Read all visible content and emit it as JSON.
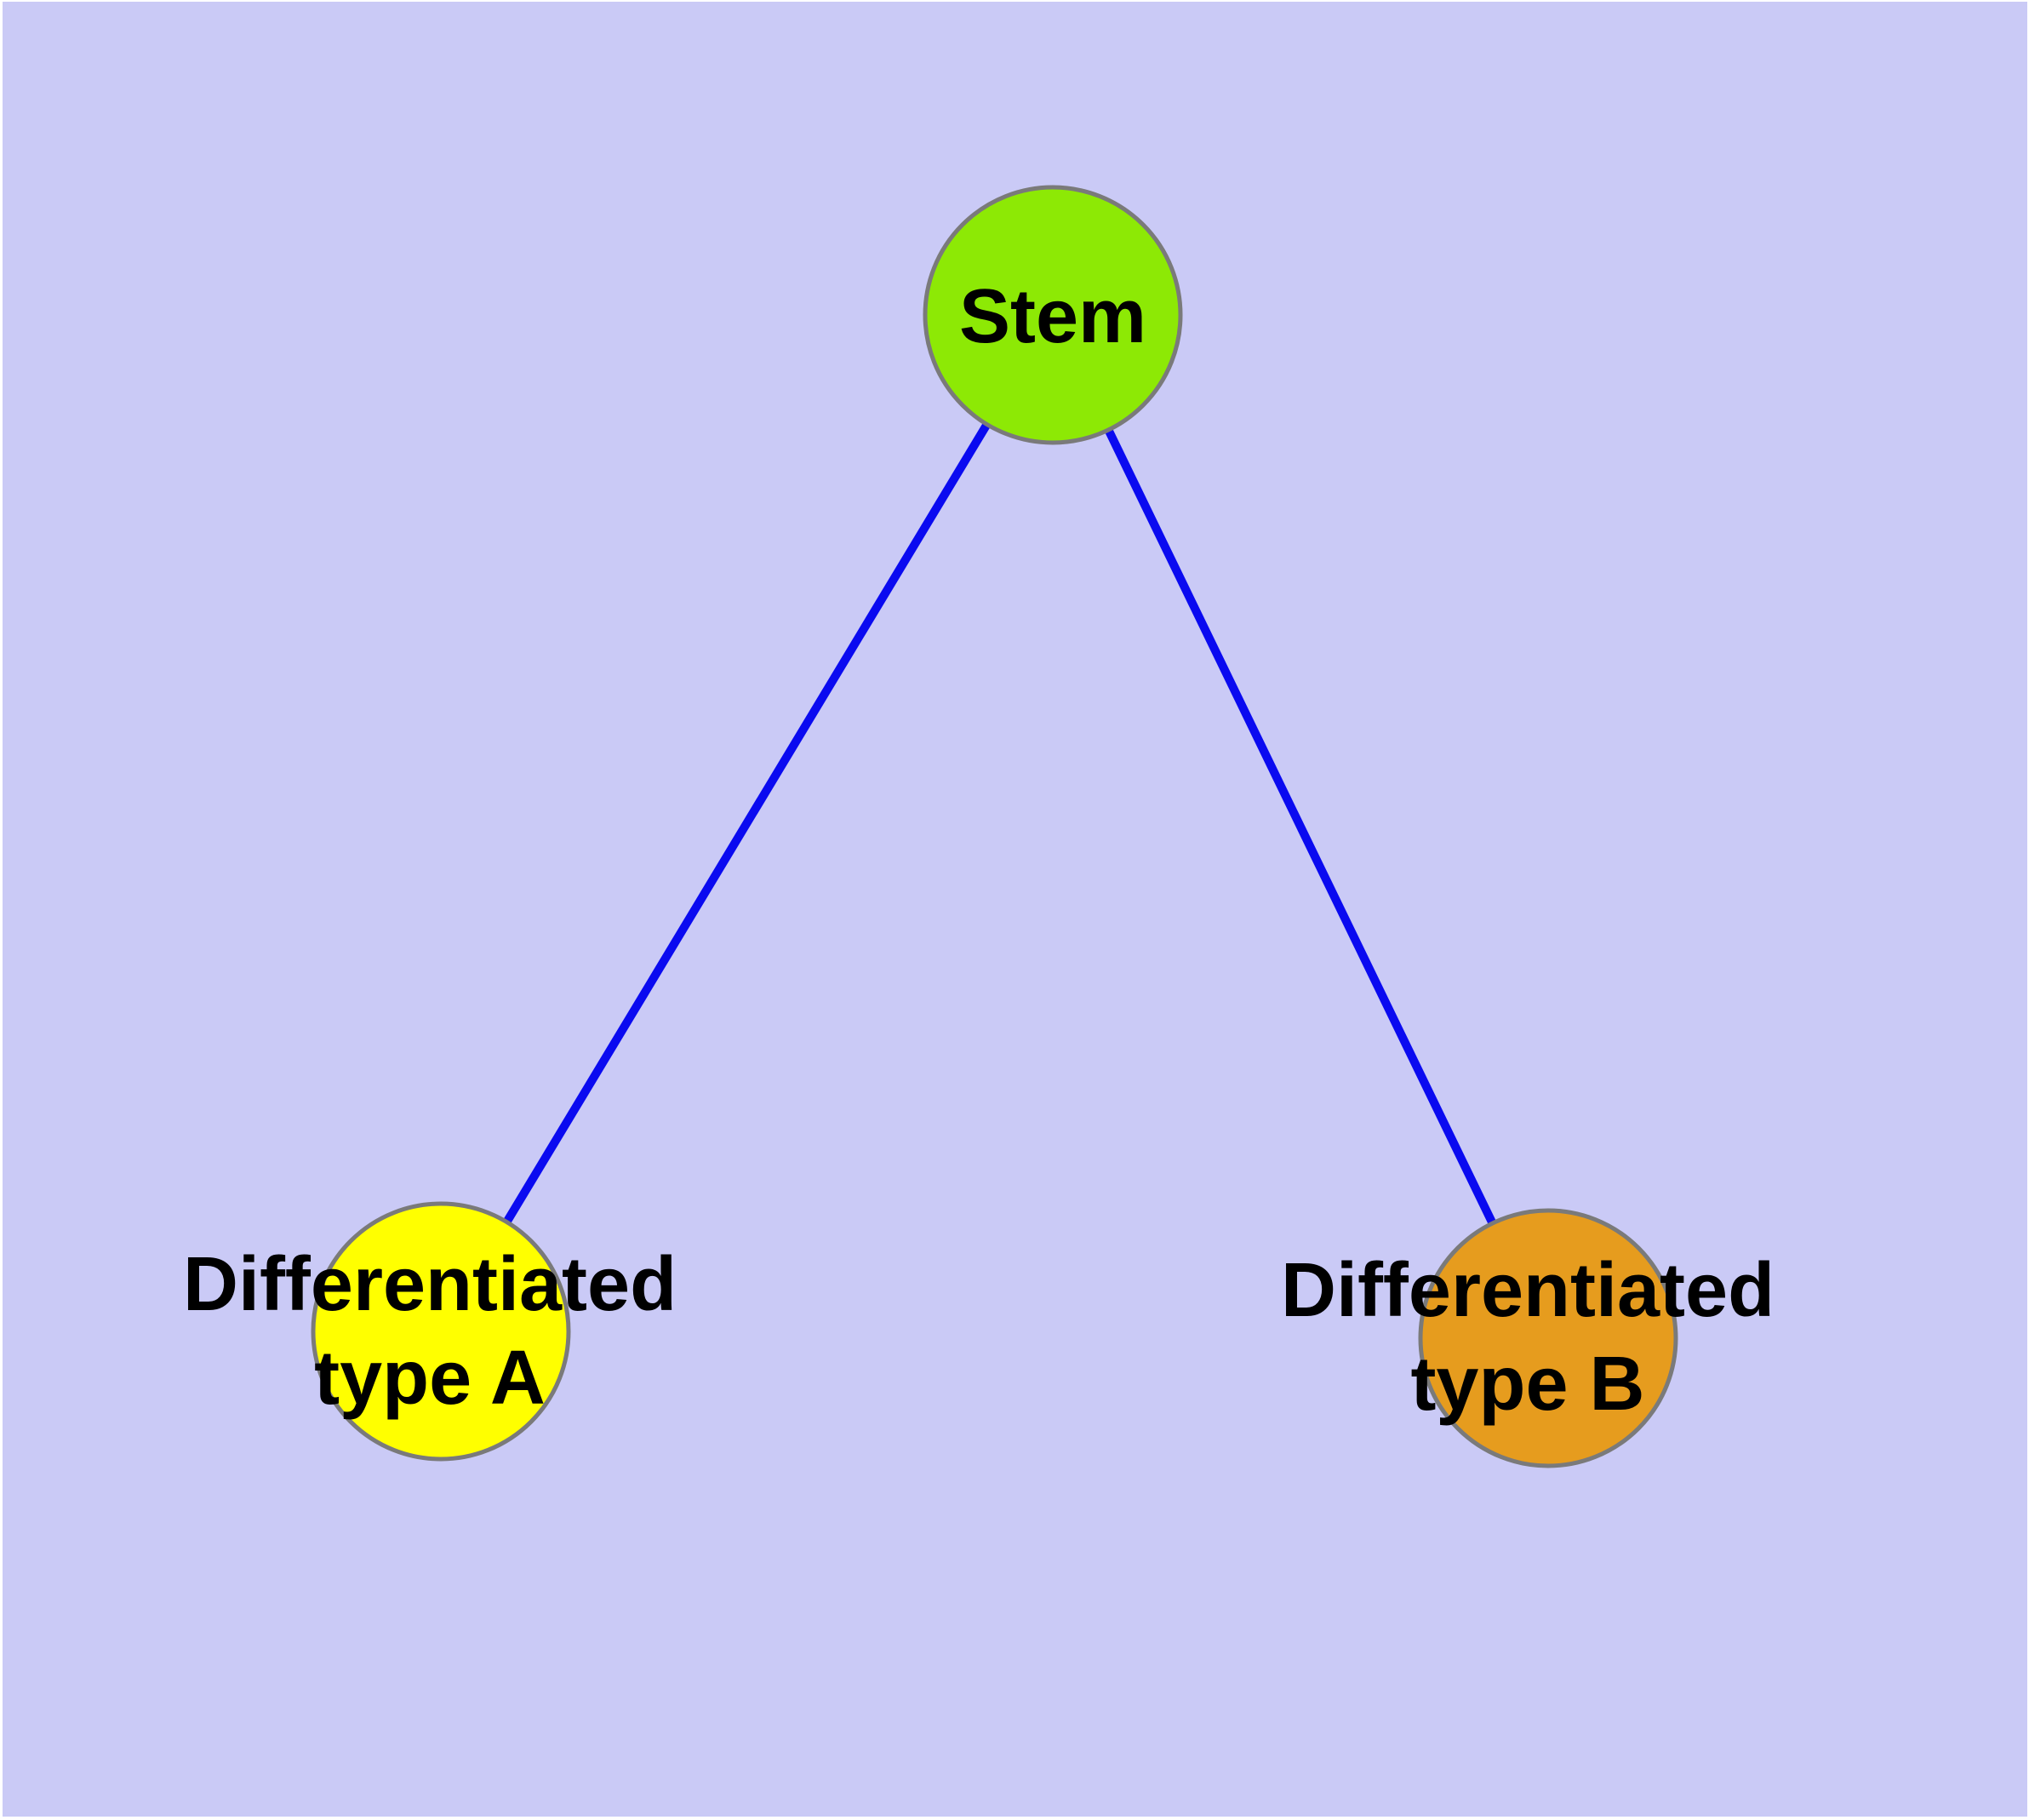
{
  "diagram": {
    "type": "node-link-graph",
    "title": "",
    "background_color": "#cacaf6",
    "frame_color": "#ffffff",
    "edge_color": "#0a0af0",
    "edge_width": "10",
    "node_border_color": "#7a7a7a",
    "node_border_width": "5",
    "label_color": "#000000",
    "nodes": [
      {
        "id": "stem",
        "label": "Stem",
        "label_line1": "Stem",
        "label_line2": "",
        "fill": "#8de905"
      },
      {
        "id": "type_a",
        "label": "Differentiated type A",
        "label_line1": "Differentiated",
        "label_line2": "type A",
        "fill": "#ffff00"
      },
      {
        "id": "type_b",
        "label": "Differentiated type B",
        "label_line1": "Differentiated",
        "label_line2": "type B",
        "fill": "#e69c1e"
      }
    ],
    "edges": [
      {
        "from": "Stem",
        "to": "Differentiated type A"
      },
      {
        "from": "Stem",
        "to": "Differentiated type B"
      }
    ]
  }
}
